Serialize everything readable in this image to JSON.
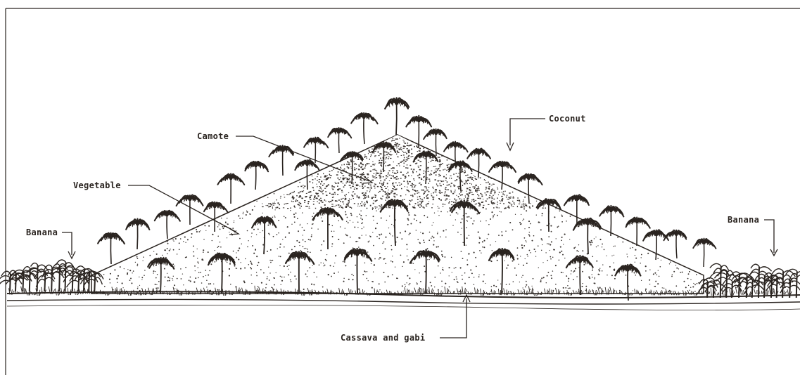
{
  "labels": {
    "coconut": "Coconut",
    "camote": "Camote",
    "vegetable": "Vegetable",
    "banana_left": "Banana",
    "banana_right": "Banana",
    "cassava_gabi": "Cassava and gabi"
  },
  "colors": {
    "ink": "#2a2420",
    "paper": "#ffffff",
    "stipple": "#3a3430"
  }
}
